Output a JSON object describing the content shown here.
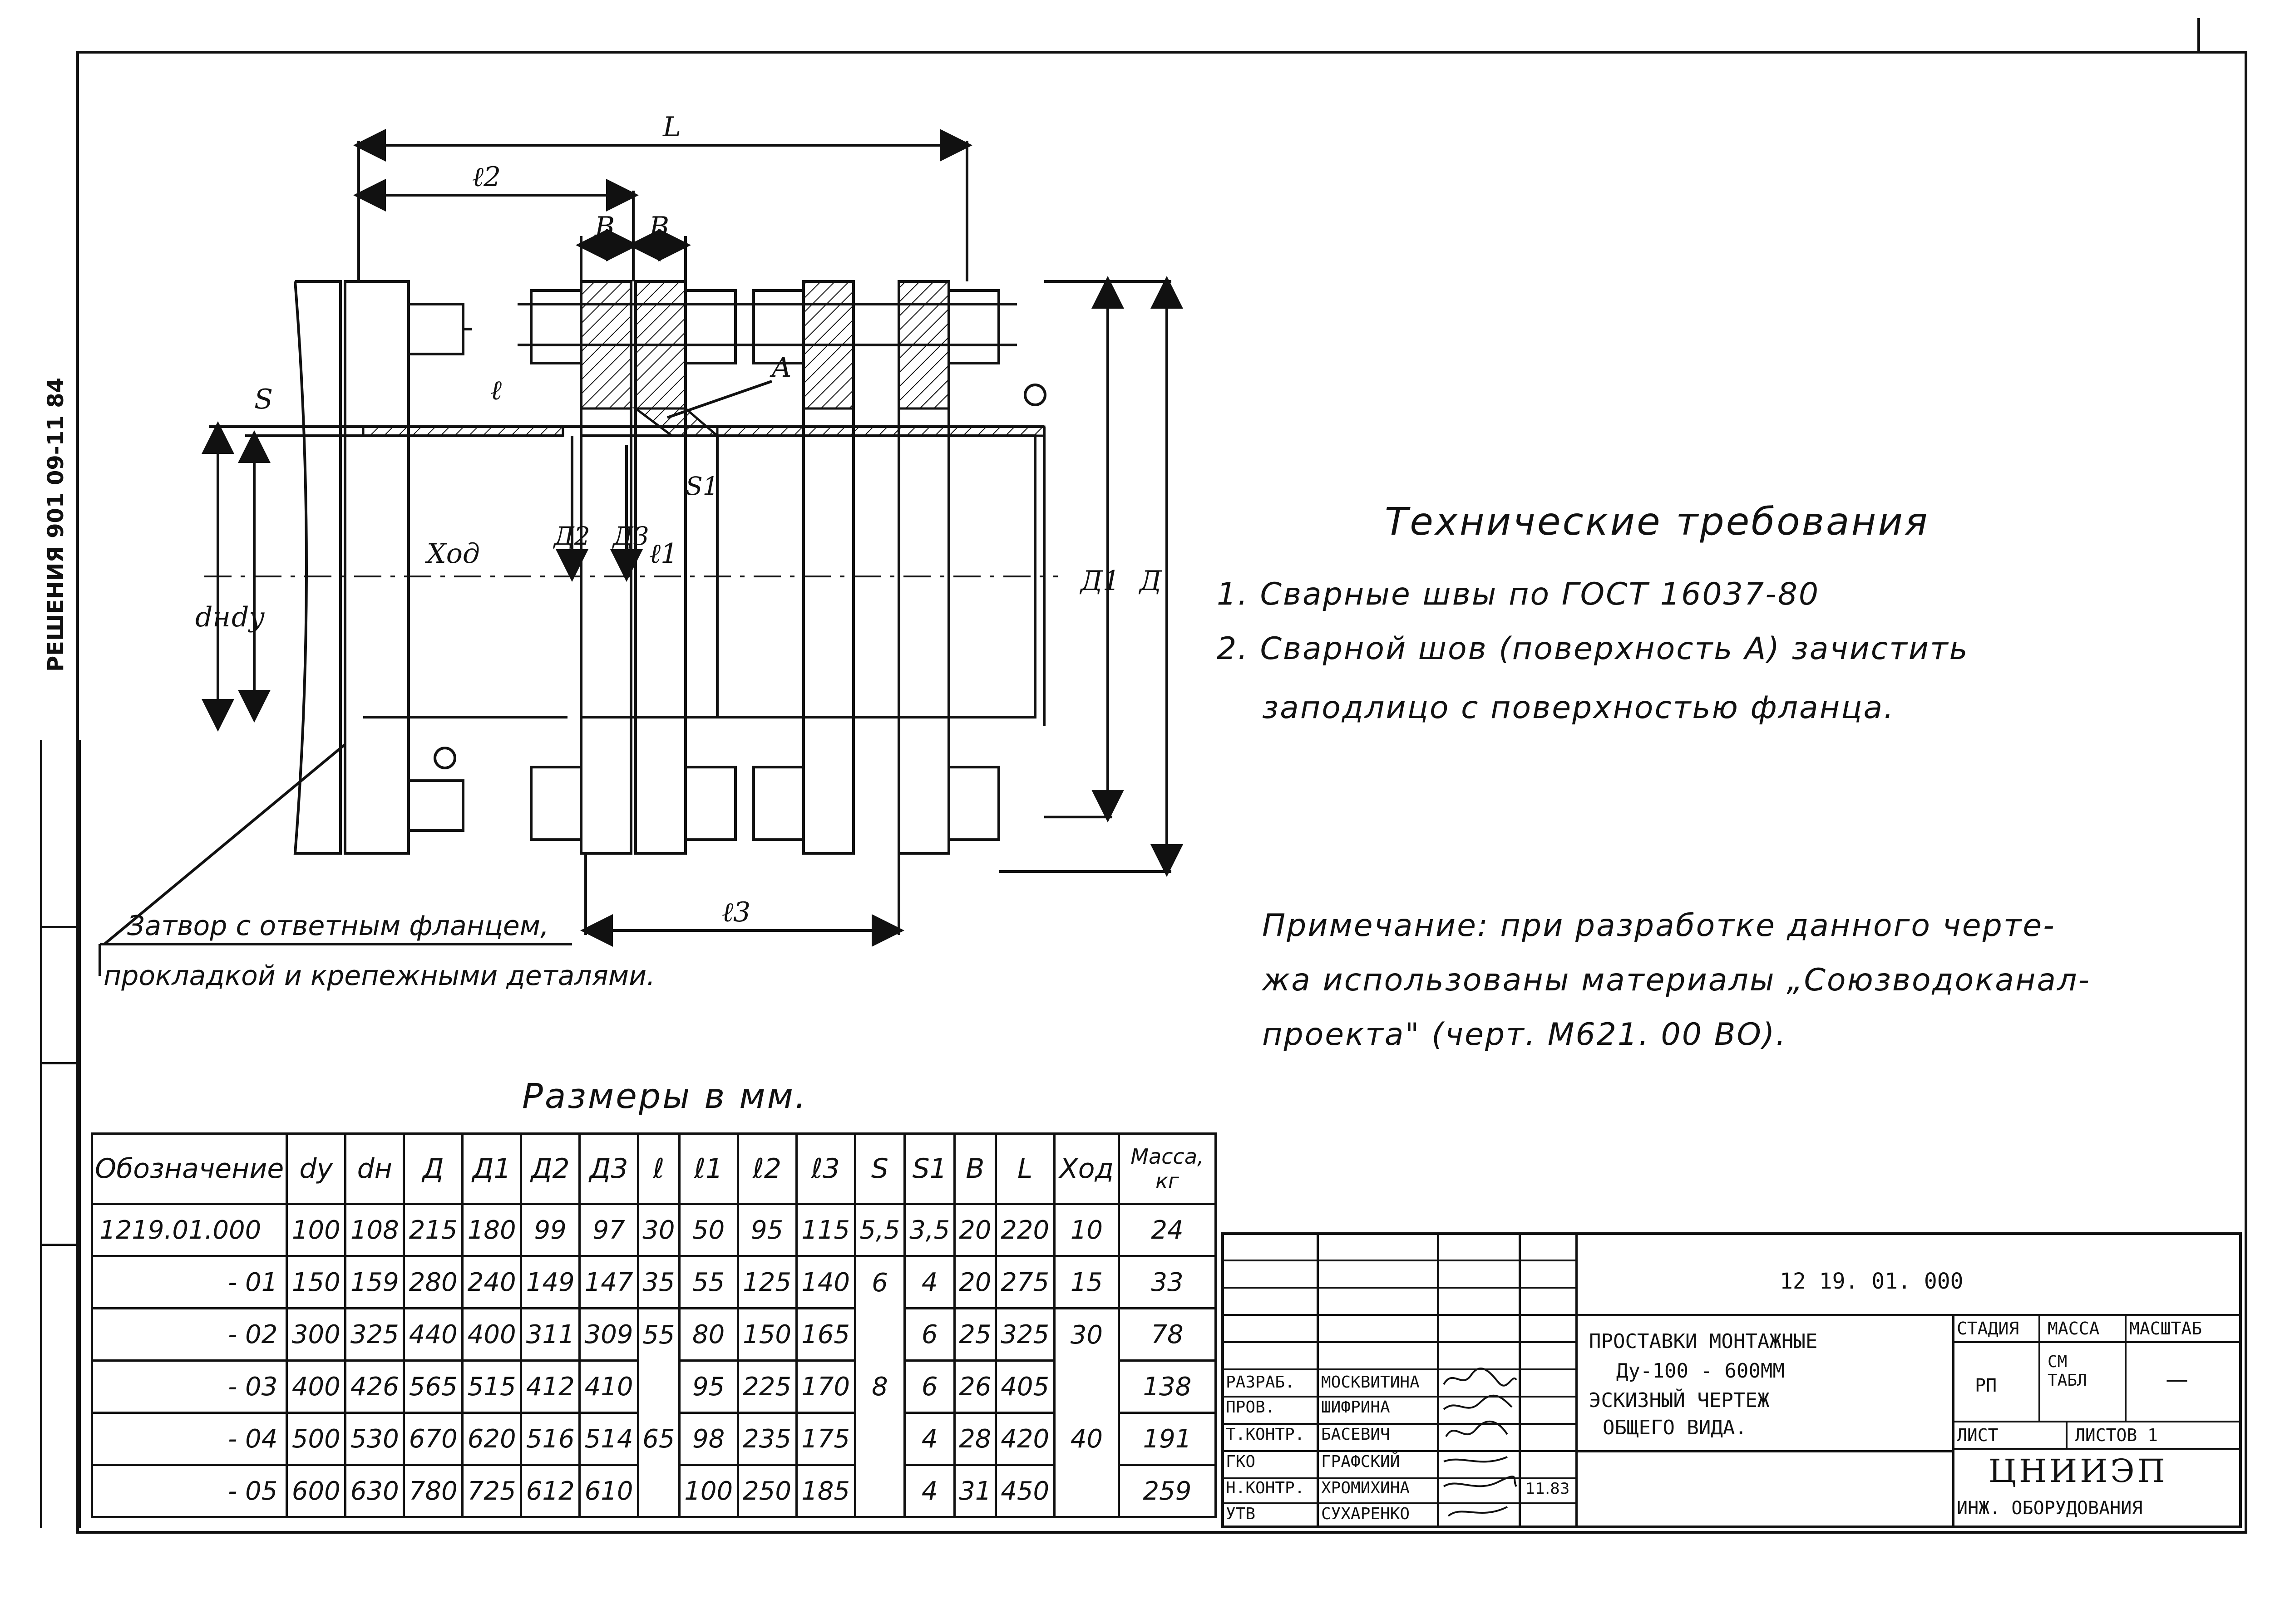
{
  "drawing": {
    "dimension_labels": {
      "L": "L",
      "l2": "ℓ2",
      "b1": "B",
      "b2": "B",
      "l": "ℓ",
      "A": "A",
      "S": "S",
      "S1": "S1",
      "D2": "Д2",
      "D3": "Д3",
      "l1": "ℓ1",
      "xod": "Хoд",
      "dn": "dн",
      "dy": "dy",
      "D1": "Д1",
      "D": "Д",
      "l3": "ℓ3"
    },
    "callout_line1": "Затвор с ответным фланцем,",
    "callout_line2": "прокладкой и крепежными деталями."
  },
  "left_margin": {
    "stamp": "РЕШЕНИЯ  901 09-11 84"
  },
  "tech_requirements": {
    "title": "Технические требования",
    "item1": "1.  Сварные швы по ГОСТ 16037-80",
    "item2": "2.  Сварной шов (поверхность А) зачистить",
    "item2_cont": "заподлицо с поверхностью фланца."
  },
  "note": {
    "line1": "Примечание: при разработке данного черте-",
    "line2": "жа использованы материалы „Союзводоканал-",
    "line3": "проекта\" (черт. М621. 00 ВО)."
  },
  "dims_table": {
    "caption": "Размеры в мм.",
    "headers": [
      "Обозначение",
      "dy",
      "dн",
      "Д",
      "Д1",
      "Д2",
      "Д3",
      "ℓ",
      "ℓ1",
      "ℓ2",
      "ℓ3",
      "S",
      "S1",
      "B",
      "L",
      "Xод",
      "Масса, кг"
    ],
    "rows": [
      [
        "1219.01.000",
        "100",
        "108",
        "215",
        "180",
        "99",
        "97",
        "30",
        "50",
        "95",
        "115",
        "5,5",
        "3,5",
        "20",
        "220",
        "10",
        "24"
      ],
      [
        "- 01",
        "150",
        "159",
        "280",
        "240",
        "149",
        "147",
        "35",
        "55",
        "125",
        "140",
        "6",
        "4",
        "20",
        "275",
        "15",
        "33"
      ],
      [
        "- 02",
        "300",
        "325",
        "440",
        "400",
        "311",
        "309",
        "55",
        "80",
        "150",
        "165",
        "",
        "6",
        "25",
        "325",
        "30",
        "78"
      ],
      [
        "- 03",
        "400",
        "426",
        "565",
        "515",
        "412",
        "410",
        "",
        "95",
        "225",
        "170",
        "8",
        "6",
        "26",
        "405",
        "",
        "138"
      ],
      [
        "- 04",
        "500",
        "530",
        "670",
        "620",
        "516",
        "514",
        "65",
        "98",
        "235",
        "175",
        "",
        "4",
        "28",
        "420",
        "40",
        "191"
      ],
      [
        "- 05",
        "600",
        "630",
        "780",
        "725",
        "612",
        "610",
        "",
        "100",
        "250",
        "185",
        "",
        "4",
        "31",
        "450",
        "",
        "259"
      ]
    ]
  },
  "title_block": {
    "doc_number": "12 19. 01. 000",
    "title_line1": "ПРОСТАВКИ  МОНТАЖНЫЕ",
    "title_line2": "Ду-100 - 600ММ",
    "title_line3": "ЭСКИЗНЫЙ   ЧЕРТЕЖ",
    "title_line4": "ОБЩЕГО    ВИДА.",
    "stage_label": "СТАДИЯ",
    "mass_label": "МАССА",
    "scale_label": "МАСШТАБ",
    "stage_value": "РП",
    "mass_value": "СМ ТАБЛ",
    "scale_value": "—",
    "sheet_label": "ЛИСТ",
    "sheets_label": "ЛИСТОВ 1",
    "org": "ЦНИИЭП",
    "dept": "ИНЖ. ОБОРУДОВАНИЯ",
    "date": "11.83",
    "signatures": [
      {
        "role": "РАЗРАБ.",
        "name": "МОСКВИТИНА"
      },
      {
        "role": "ПРОВ.",
        "name": "ШИФРИНА"
      },
      {
        "role": "Т.КОНТР.",
        "name": "БАСЕВИЧ"
      },
      {
        "role": "ГКО",
        "name": "ГРАФСКИЙ"
      },
      {
        "role": "Н.КОНТР.",
        "name": "ХРОМИХИНА"
      },
      {
        "role": "УТВ",
        "name": "СУХАРЕНКО"
      }
    ]
  }
}
